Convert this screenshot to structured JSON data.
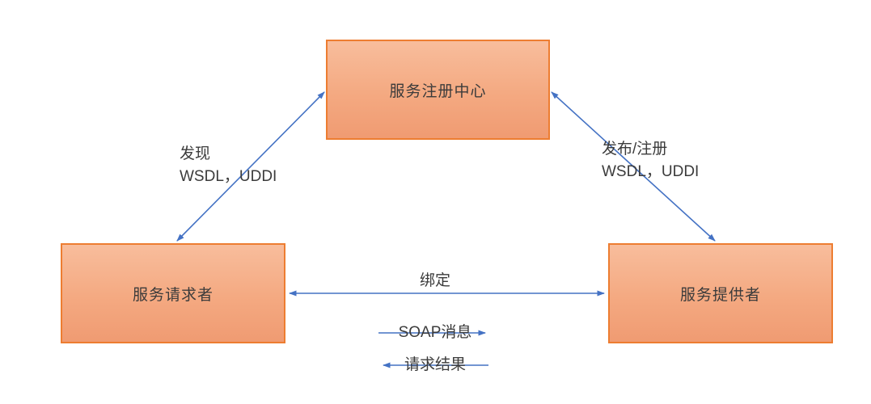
{
  "nodes": {
    "registry": {
      "label": "服务注册中心"
    },
    "requester": {
      "label": "服务请求者"
    },
    "provider": {
      "label": "服务提供者"
    }
  },
  "edges": {
    "discover": {
      "line1": "发现",
      "line2": "WSDL，UDDI",
      "direction": "bidirectional"
    },
    "publish": {
      "line1": "发布/注册",
      "line2": "WSDL，UDDI",
      "direction": "bidirectional"
    },
    "bind": {
      "label": "绑定",
      "direction": "bidirectional"
    },
    "soap_message": {
      "label": "SOAP消息",
      "direction": "right"
    },
    "request_result": {
      "label": "请求结果",
      "direction": "left"
    }
  },
  "colors": {
    "background": "#FFFFFF",
    "box_border": "#ED7D31",
    "box_fill_top": "#F8BD9C",
    "box_fill_bottom": "#F09B72",
    "arrow": "#4472C4",
    "text": "#3B3B3B"
  }
}
